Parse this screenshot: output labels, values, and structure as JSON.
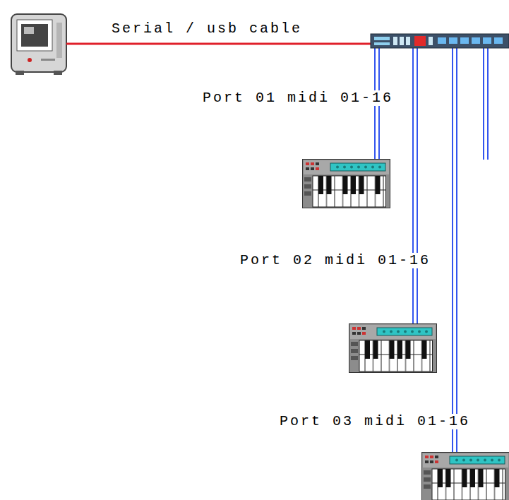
{
  "diagram": {
    "labels": [
      "Serial / usb cable",
      "Port 01 midi 01-16",
      "Port 02 midi 01-16",
      "Port 03 midi 01-16"
    ]
  }
}
